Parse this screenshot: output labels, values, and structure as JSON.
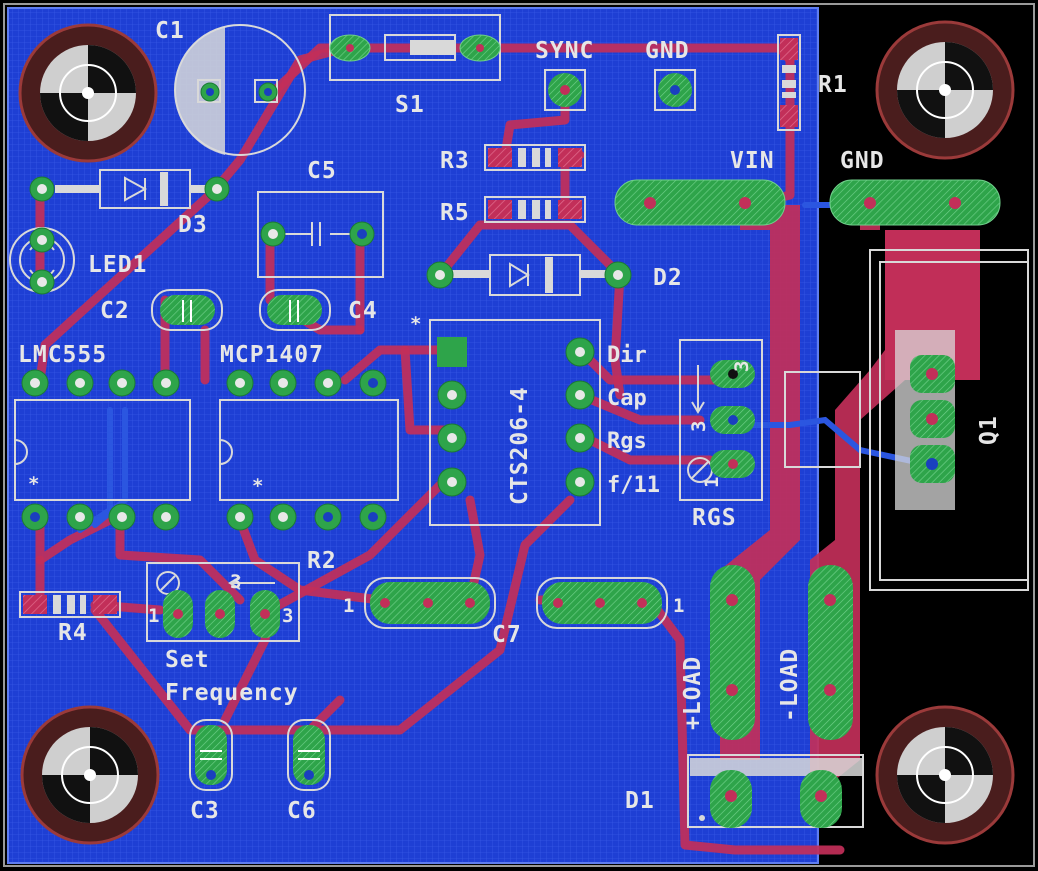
{
  "board": {
    "background_color": "#000000",
    "copper_fill_color": "#1f3fd6",
    "trace_color": "#c22f59",
    "pad_color": "#2ea44a",
    "silk_color": "#d9d9d9"
  },
  "components": {
    "c1": "C1",
    "s1": "S1",
    "sync": "SYNC",
    "gnd_top": "GND",
    "r1": "R1",
    "r3": "R3",
    "r5": "R5",
    "c5": "C5",
    "d3": "D3",
    "led1": "LED1",
    "vin": "VIN",
    "gnd_right": "GND",
    "d2": "D2",
    "c2": "C2",
    "c4": "C4",
    "lmc555": "LMC555",
    "mcp1407": "MCP1407",
    "cts": "CTS206-4",
    "rgs": "RGS",
    "q1": "Q1",
    "r2": "R2",
    "r4": "R4",
    "c7": "C7",
    "c3": "C3",
    "c6": "C6",
    "d1": "D1",
    "load_plus": "+LOAD",
    "load_minus": "-LOAD",
    "set_freq_1": "Set",
    "set_freq_2": "Frequency"
  },
  "pin_labels": {
    "dir": "Dir",
    "cap": "Cap",
    "rgs": "Rgs",
    "f11": "f/11"
  },
  "pot_numbers": {
    "r2_one": "1",
    "r2_three_top": "3",
    "r2_three": "3",
    "rgs_one": "1",
    "rgs_three": "3",
    "rgs_three_b": "3",
    "c7_left_one": "1",
    "c7_right_one": "1"
  }
}
